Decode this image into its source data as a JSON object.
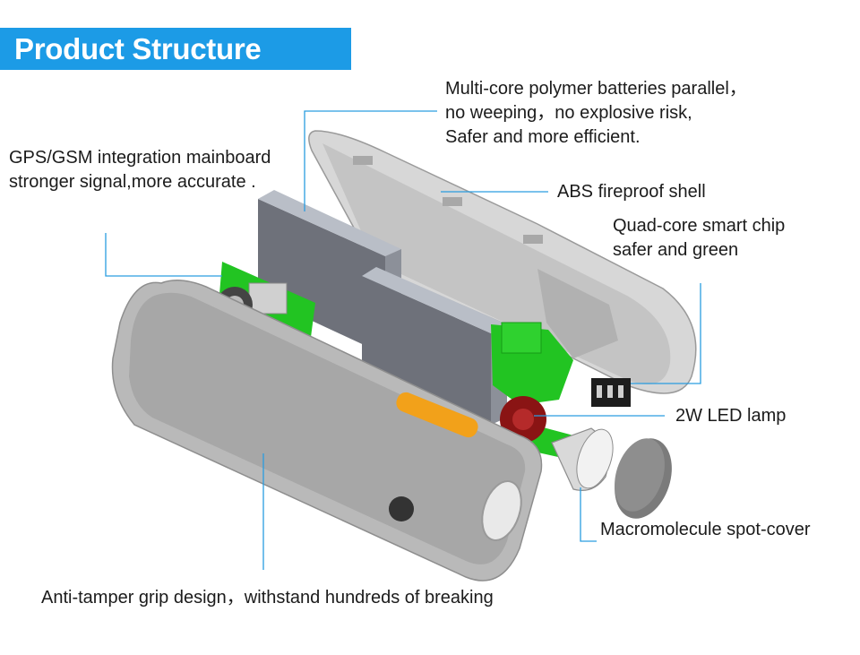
{
  "title": "Product Structure",
  "colors": {
    "banner": "#1c9be6",
    "leader": "#2a9de0",
    "pcb_green": "#22c422",
    "shell_gray": "#b7b7b7",
    "battery_gray": "#6e717a",
    "led_red": "#8a1414"
  },
  "callouts": {
    "battery": [
      "Multi-core polymer batteries parallel，",
      "no weeping，no explosive risk,",
      "Safer and more efficient."
    ],
    "mainboard": [
      "GPS/GSM integration mainboard",
      "stronger signal,more accurate ."
    ],
    "shell": [
      "ABS fireproof shell"
    ],
    "chip": [
      "Quad-core smart chip",
      "safer and green"
    ],
    "led": [
      "2W LED lamp"
    ],
    "cover": [
      "Macromolecule spot-cover"
    ],
    "grip": [
      "Anti-tamper grip design，withstand hundreds of breaking"
    ]
  }
}
